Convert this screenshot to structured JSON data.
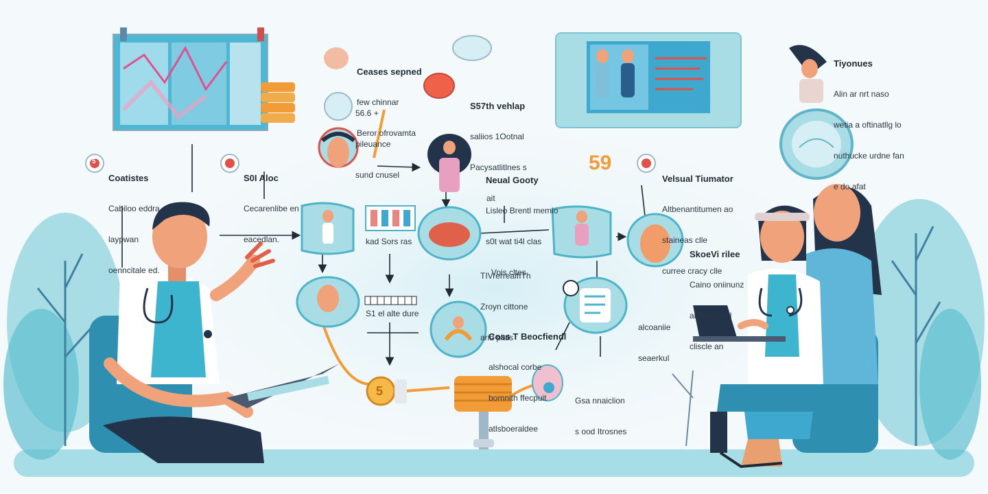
{
  "labels": {
    "causes": [
      "Ceases sepned",
      "few chinnar",
      "Beror ofrovamta"
    ],
    "sub_56": [
      "56.6 +",
      "pileuance",
      "sund cnusel"
    ],
    "s57": [
      "S57th vehlap",
      "saliios 1Ootnal",
      "Pacysatlitlnes s",
      "ait"
    ],
    "coatistes": [
      "Coatistes",
      "Cabiloo eddra",
      "laypwan",
      "oenncitale ed."
    ],
    "s01": [
      "S0I Aloc",
      "Cecarenlibe en",
      "eacedlan."
    ],
    "neural": [
      "Neual Gooty",
      "Lisleo Brentl memio",
      "s0t wat ti4l clas",
      "Vois cltes"
    ],
    "visual": [
      "Velsual Tiumator",
      "Altbenantitumen ao",
      "staineas clle",
      "curree cracy clle"
    ],
    "tiyannes": [
      "Tiyonues",
      "Alin ar nrt naso",
      "wetia a oftinatllg lo",
      "nuthucke urdne fan",
      "e do afat"
    ],
    "tiv": [
      "TIVrerrealfITh",
      "Zroyn cittone",
      "arid pials"
    ],
    "bracket_label": "S1 el alte dure",
    "kaa": "kad Sors ras",
    "cossi": [
      "Coss T Beocfiendl",
      "alshocal corbe",
      "bomnith ffecpuit",
      "atlsboeraldee"
    ],
    "alcoaniie": [
      "alcoaniie",
      "seaerkul"
    ],
    "skoevi": [
      "SkoeVi rilee",
      "Caino oniinunz",
      "anitlenn anl",
      "cliscle an"
    ],
    "gaa": [
      "Gsa nnaiclion",
      "s ood Itrosnes"
    ],
    "badge_left": "5",
    "badge_num": "59",
    "coin": "5"
  },
  "colors": {
    "teal": "#2bb3c9",
    "light_teal": "#a9dde6",
    "navy": "#23344a",
    "orange": "#f29c38",
    "red": "#e0514a",
    "skin": "#f0a27a",
    "bg": "#f4f9fb"
  }
}
